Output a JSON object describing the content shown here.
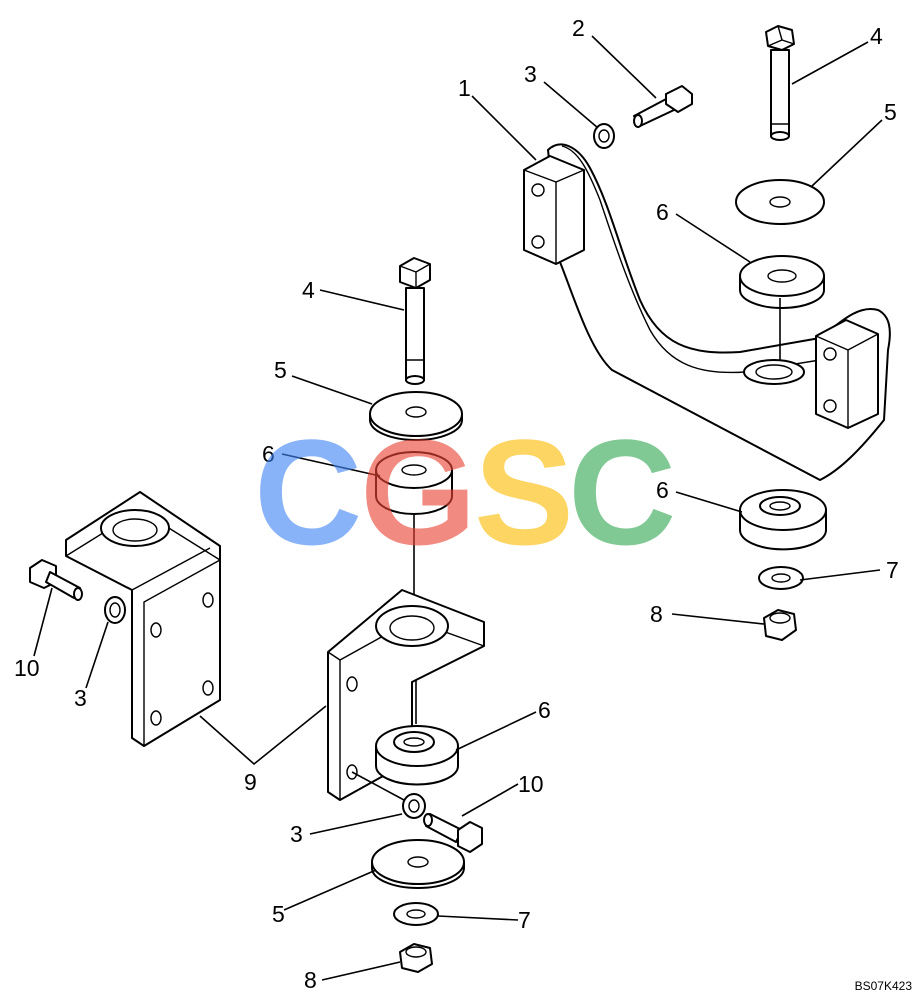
{
  "diagram": {
    "drawing_ref": "BS07K423",
    "watermark": {
      "letters": [
        "C",
        "G",
        "S",
        "C"
      ],
      "colors": [
        "#4285f4",
        "#ea4335",
        "#fbbc05",
        "#34a853"
      ]
    },
    "callouts": [
      {
        "id": "c1",
        "label": "1"
      },
      {
        "id": "c2",
        "label": "2"
      },
      {
        "id": "c3a",
        "label": "3"
      },
      {
        "id": "c4a",
        "label": "4"
      },
      {
        "id": "c5a",
        "label": "5"
      },
      {
        "id": "c6a",
        "label": "6"
      },
      {
        "id": "c6b",
        "label": "6"
      },
      {
        "id": "c7a",
        "label": "7"
      },
      {
        "id": "c8a",
        "label": "8"
      },
      {
        "id": "c4b",
        "label": "4"
      },
      {
        "id": "c5b",
        "label": "5"
      },
      {
        "id": "c6c",
        "label": "6"
      },
      {
        "id": "c10a",
        "label": "10"
      },
      {
        "id": "c3b",
        "label": "3"
      },
      {
        "id": "c9",
        "label": "9"
      },
      {
        "id": "c6d",
        "label": "6"
      },
      {
        "id": "c10b",
        "label": "10"
      },
      {
        "id": "c3c",
        "label": "3"
      },
      {
        "id": "c5c",
        "label": "5"
      },
      {
        "id": "c7b",
        "label": "7"
      },
      {
        "id": "c8b",
        "label": "8"
      }
    ]
  }
}
